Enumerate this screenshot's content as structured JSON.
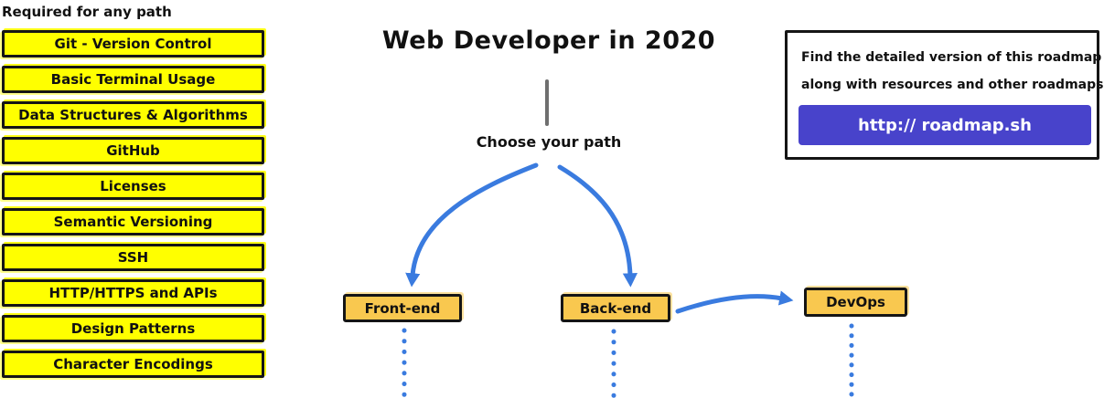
{
  "colors": {
    "highlight_yellow": "#ffff00",
    "node_orange": "#f9c84f",
    "arrow_blue": "#3a7bdf",
    "button_purple": "#4843cb",
    "line_gray": "#6f6f6f"
  },
  "left_panel": {
    "heading": "Required for any path",
    "items": [
      {
        "label": "Git - Version Control"
      },
      {
        "label": "Basic Terminal Usage"
      },
      {
        "label": "Data Structures & Algorithms"
      },
      {
        "label": "GitHub"
      },
      {
        "label": "Licenses"
      },
      {
        "label": "Semantic Versioning"
      },
      {
        "label": "SSH"
      },
      {
        "label": "HTTP/HTTPS and APIs"
      },
      {
        "label": "Design Patterns"
      },
      {
        "label": "Character Encodings"
      }
    ]
  },
  "center": {
    "title": "Web Developer in 2020",
    "prompt": "Choose your path",
    "paths": [
      {
        "label": "Front-end"
      },
      {
        "label": "Back-end"
      },
      {
        "label": "DevOps"
      }
    ]
  },
  "info_box": {
    "line1": "Find the detailed version of this roadmap",
    "line2": "along with resources and other roadmaps",
    "button_label": "http:// roadmap.sh"
  }
}
